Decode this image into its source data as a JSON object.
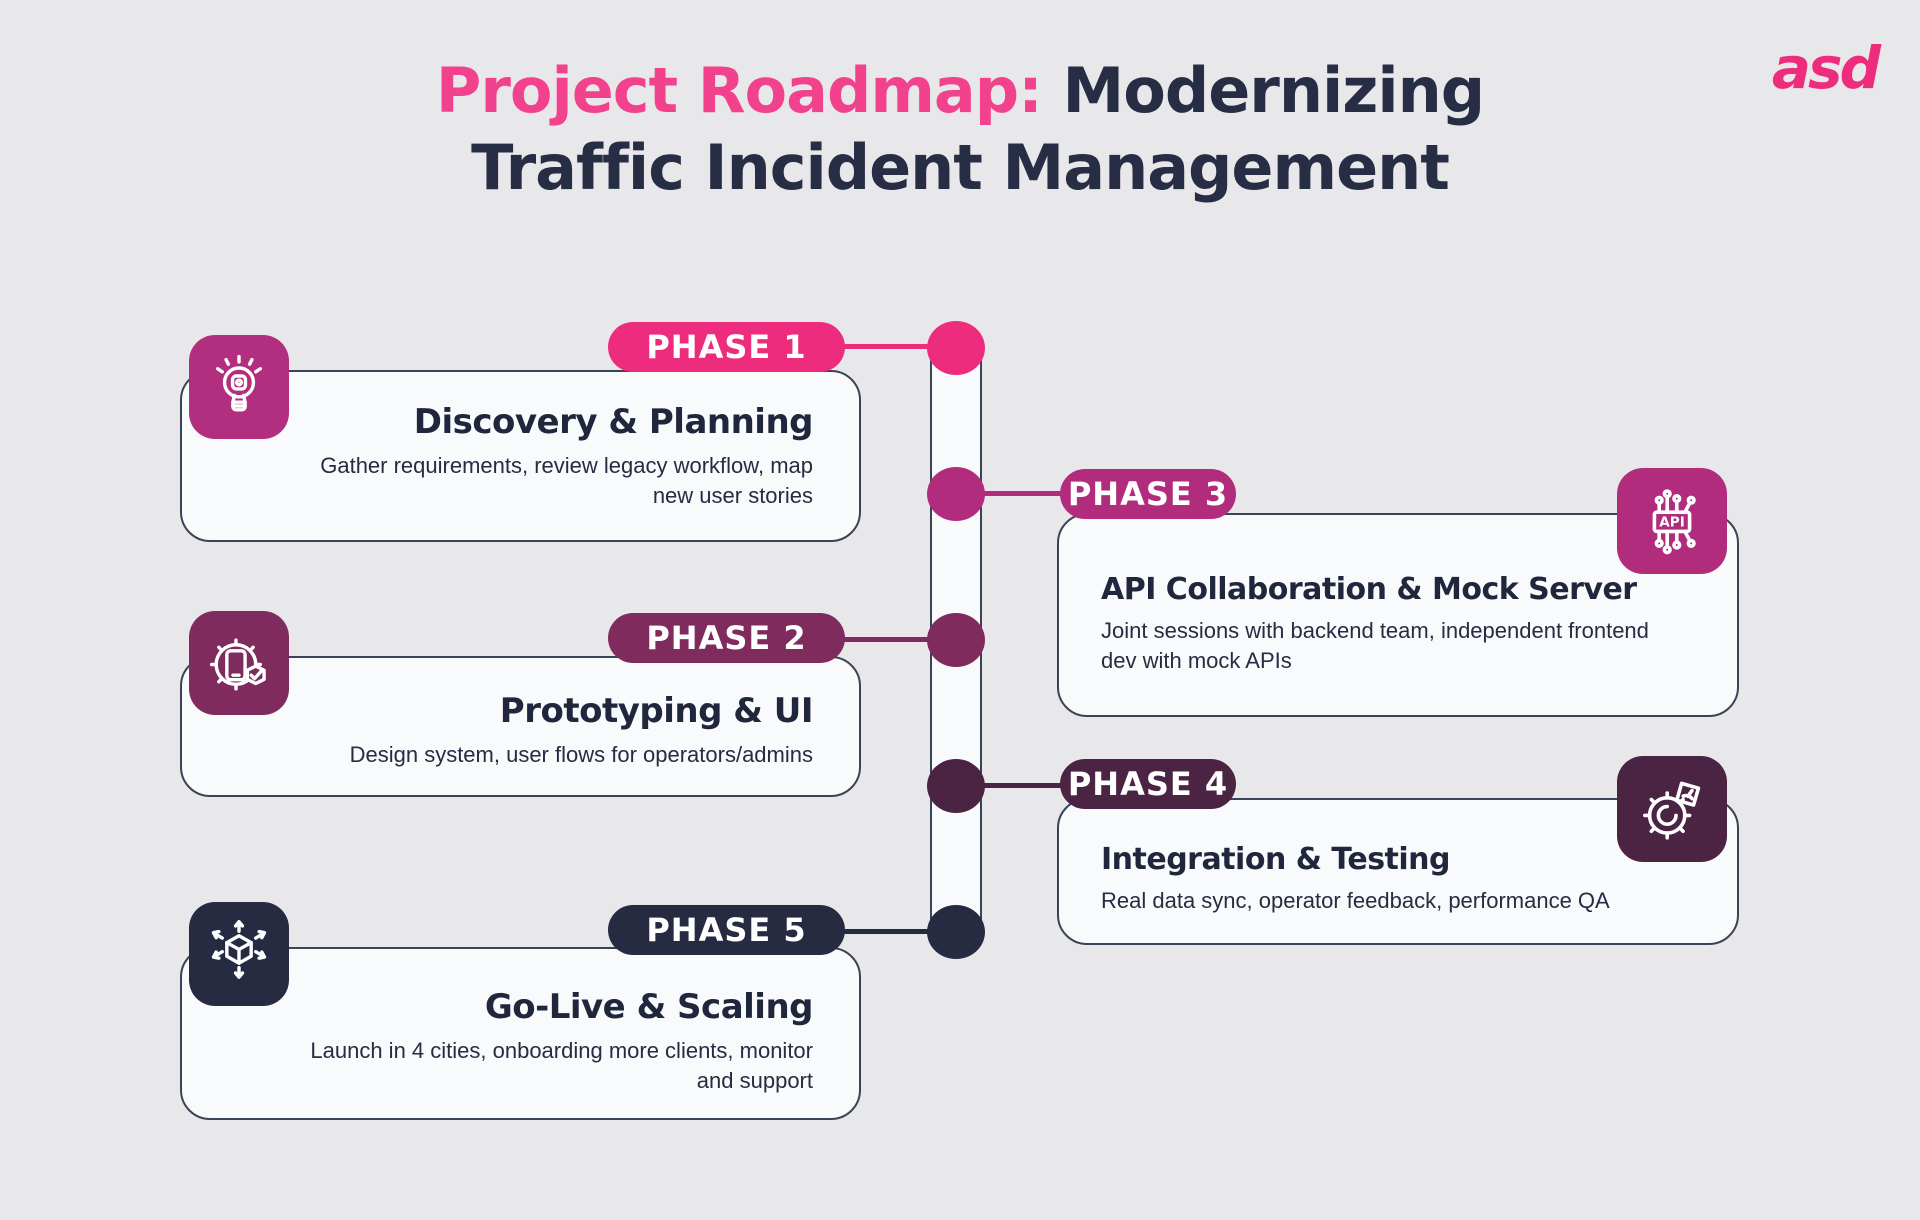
{
  "title": {
    "accent": "Project Roadmap:",
    "line1_rest": " Modernizing",
    "line2": "Traffic Incident Management"
  },
  "logo": {
    "text": "asd"
  },
  "colors": {
    "background": "#E8E8EA",
    "card_bg": "#F8FAFB",
    "card_border": "#3A4457",
    "title_navy": "#272D44",
    "accent_pink": "#F2418D",
    "desc_text": "#262C42"
  },
  "timeline": {
    "dot_order_top_to_bottom": [
      "phase-1",
      "phase-3",
      "phase-2",
      "phase-4",
      "phase-5"
    ]
  },
  "phases": [
    {
      "badge": "PHASE 1",
      "title": "Discovery & Planning",
      "desc_lines": [
        "Gather requirements, review legacy workflow, map",
        "new user stories"
      ],
      "color": "#EE2C7D",
      "tile_color": "#B22E7E",
      "icon": "lightbulb-gear-icon",
      "side": "left"
    },
    {
      "badge": "PHASE 2",
      "title": "Prototyping & UI",
      "desc_lines": [
        "Design system, user flows for operators/admins"
      ],
      "color": "#802B5E",
      "tile_color": "#802B5E",
      "icon": "prototype-gear-phone-icon",
      "side": "left"
    },
    {
      "badge": "PHASE 3",
      "title": "API Collaboration & Mock Server",
      "desc_lines": [
        "Joint sessions with backend team, independent frontend",
        "dev with mock APIs"
      ],
      "color": "#B22C7E",
      "tile_color": "#B22C7E",
      "icon": "api-circuit-icon",
      "icon_label": "API",
      "side": "right"
    },
    {
      "badge": "PHASE 4",
      "title": "Integration & Testing",
      "desc_lines": [
        "Real data sync, operator feedback, performance QA"
      ],
      "color": "#4B2444",
      "tile_color": "#4B2444",
      "icon": "gear-pie-chart-icon",
      "side": "right"
    },
    {
      "badge": "PHASE 5",
      "title": "Go-Live & Scaling",
      "desc_lines": [
        "Launch in 4 cities, onboarding more clients, monitor",
        "and support"
      ],
      "color": "#262B42",
      "tile_color": "#262B42",
      "icon": "cube-scale-arrows-icon",
      "side": "left"
    }
  ]
}
